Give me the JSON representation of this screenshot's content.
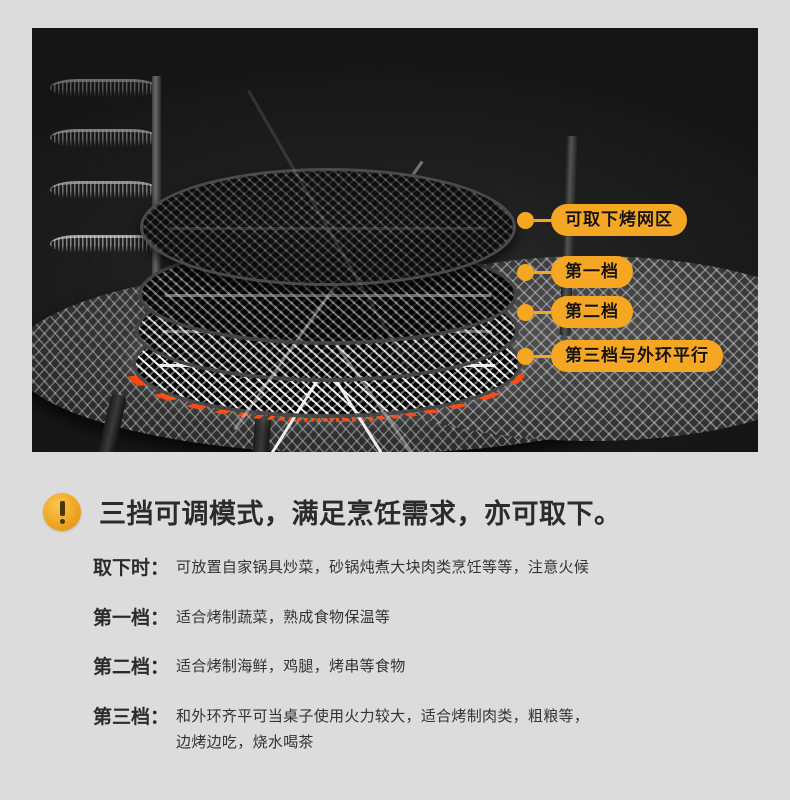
{
  "page": {
    "background_color": "#dcdcdc",
    "accent_color": "#F5A623",
    "photo_background": "#1e1e1e"
  },
  "photo": {
    "alt_description": "三档可调烧烤网架产品图",
    "callouts": [
      {
        "id": "removable-grill-zone",
        "label": "可取下烤网区"
      },
      {
        "id": "gear-1",
        "label": "第一档"
      },
      {
        "id": "gear-2",
        "label": "第二档"
      },
      {
        "id": "gear-3",
        "label": "第三档与外环平行"
      }
    ]
  },
  "headline": {
    "icon": "exclamation-circle-icon",
    "text": "三挡可调模式，满足烹饪需求，亦可取下。"
  },
  "specs": [
    {
      "label": "取下时：",
      "lines": [
        "可放置自家锅具炒菜，砂锅炖煮大块肉类烹饪等等，注意火候"
      ]
    },
    {
      "label": "第一档：",
      "lines": [
        "适合烤制蔬菜，熟成食物保温等"
      ]
    },
    {
      "label": "第二档：",
      "lines": [
        "适合烤制海鲜，鸡腿，烤串等食物"
      ]
    },
    {
      "label": "第三档：",
      "lines": [
        "和外环齐平可当桌子使用火力较大，适合烤制肉类，粗粮等，",
        "边烤边吃，烧水喝茶"
      ]
    }
  ]
}
